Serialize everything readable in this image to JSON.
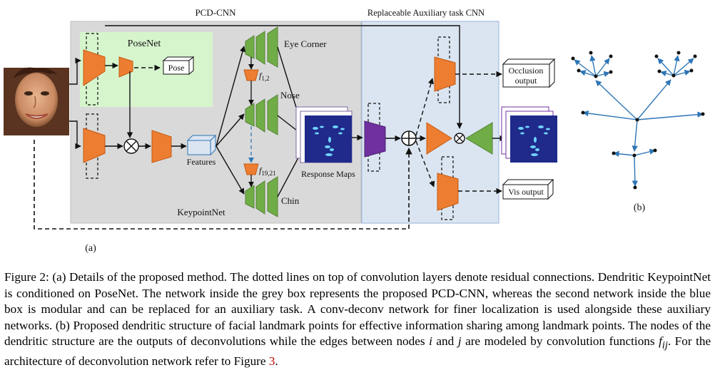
{
  "figure": {
    "titles": {
      "pcd": "PCD-CNN",
      "aux": "Replaceable Auxiliary task CNN"
    },
    "labels": {
      "posenet": "PoseNet",
      "pose": "Pose",
      "features": "Features",
      "keypointnet": "KeypointNet",
      "eye_corner": "Eye Corner",
      "nose": "Nose",
      "chin": "Chin",
      "f12": "f1,2",
      "f1921": "f19,21",
      "response_maps": "Response Maps",
      "occlusion_output_line1": "Occlusion",
      "occlusion_output_line2": "output",
      "vis_output": "Vis output",
      "panel_a": "(a)",
      "panel_b": "(b)"
    },
    "colors": {
      "grey_box": "#d9d9d9",
      "blue_box": "#dbe5f1",
      "posenet_box": "#d7f5cd",
      "conv_orange": "#ed7d31",
      "deconv_green": "#70ad47",
      "purple": "#7030a0",
      "heatmap": "#1f2a8a"
    }
  },
  "caption": {
    "label": "Figure 2:",
    "text_a1": "(a) Details of the proposed method. The dotted lines on top of convolution layers denote residual connections. Dendritic KeypointNet is conditioned on PoseNet. The network inside the grey box represents the proposed PCD-CNN, whereas the second network inside the blue box is modular and can be replaced for an auxiliary task. A conv-deconv network for finer localization is used alongside these auxiliary networks. (b) Proposed dendritic structure of facial landmark points for effective information sharing among landmark points. The nodes of the dendritic structure are the outputs of deconvolutions while the edges between nodes",
    "var_i": "i",
    "and_word": "and",
    "var_j": "j",
    "text_a2": "are modeled by convolution functions",
    "f_sym": "f",
    "f_sub": "ij",
    "text_a3": ". For the architecture of deconvolution network refer to Figure",
    "fig_ref": "3",
    "end": "."
  }
}
